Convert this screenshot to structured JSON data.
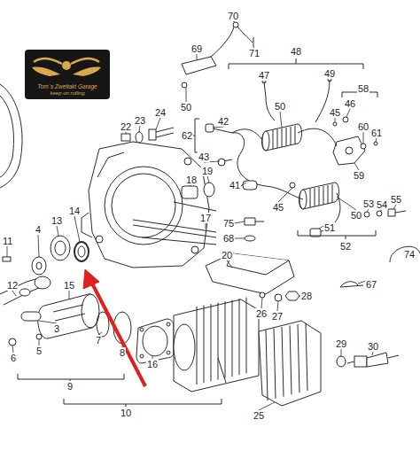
{
  "diagram": {
    "labels": [
      "Tom´s Zweitakt Garage",
      "keep on rolling",
      "70",
      "71",
      "69",
      "48",
      "47",
      "49",
      "58",
      "46",
      "45",
      "50",
      "22",
      "23",
      "24",
      "42",
      "50",
      "60",
      "61",
      "62",
      "43",
      "59",
      "19",
      "18",
      "41",
      "45",
      "50",
      "53",
      "54",
      "55",
      "17",
      "75",
      "68",
      "51",
      "52",
      "11",
      "4",
      "13",
      "14",
      "74",
      "20",
      "67",
      "12",
      "15",
      "28",
      "26",
      "27",
      "3",
      "5",
      "7",
      "8",
      "16",
      "6",
      "29",
      "30",
      "9",
      "10",
      "25"
    ]
  }
}
